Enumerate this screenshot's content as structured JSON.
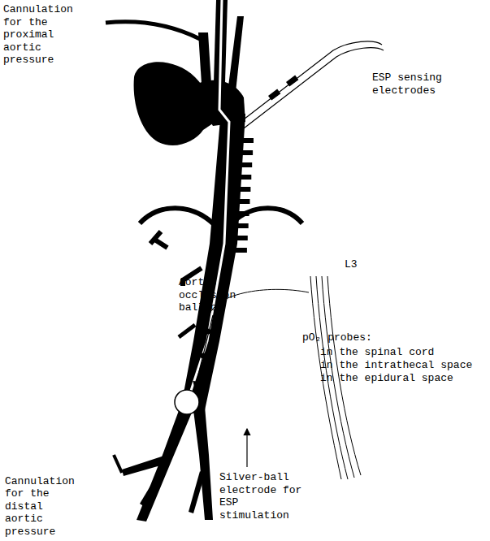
{
  "diagram": {
    "labels": [
      "Cannulation for the proximal aortic pressure",
      "ESP sensing electrodes",
      "L3",
      "Aortic occlusion balloon",
      "pO₂ probes:",
      "in the spinal cord",
      "in the intrathecal space",
      "in the epidural space",
      "Cannulation for the distal aortic pressure",
      "Silver-ball electrode for ESP stimulation"
    ]
  }
}
